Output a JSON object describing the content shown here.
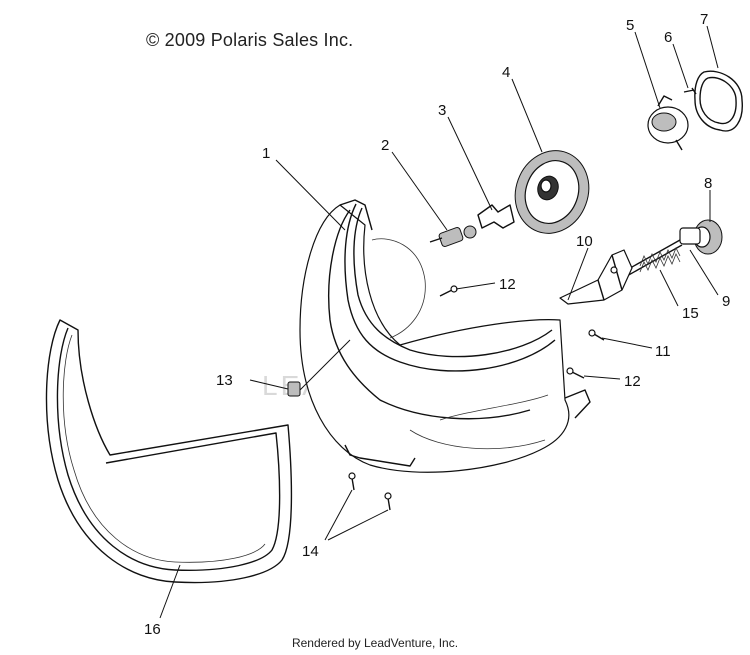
{
  "copyright": "© 2009 Polaris Sales Inc.",
  "footer": "Rendered by LeadVenture, Inc.",
  "watermark": "LEADVENTURE",
  "callouts": {
    "c1": "1",
    "c2": "2",
    "c3": "3",
    "c4": "4",
    "c5": "5",
    "c6": "6",
    "c7": "7",
    "c8": "8",
    "c9": "9",
    "c10": "10",
    "c11": "11",
    "c12a": "12",
    "c12b": "12",
    "c13": "13",
    "c14": "14",
    "c15": "15",
    "c16": "16"
  }
}
